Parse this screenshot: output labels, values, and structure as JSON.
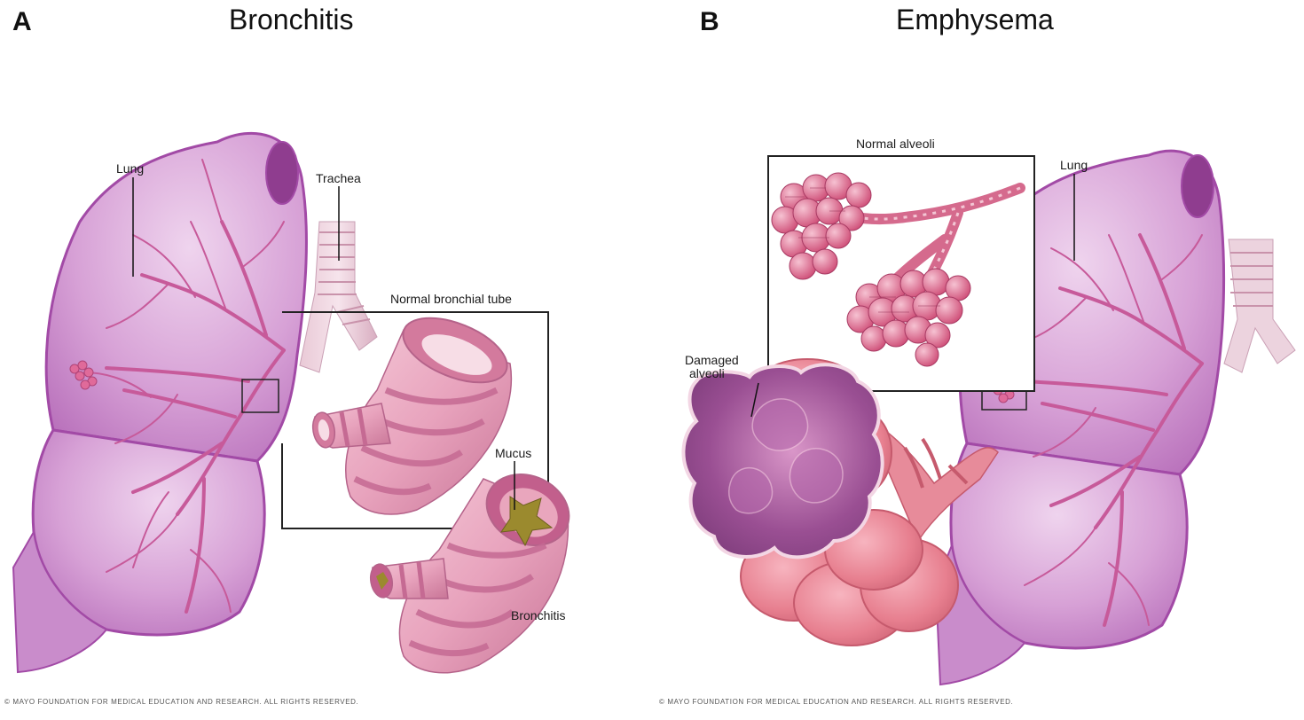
{
  "panel_a": {
    "letter": "A",
    "title": "Bronchitis",
    "labels": {
      "lung": "Lung",
      "trachea": "Trachea",
      "normal_bronchial_tube": "Normal bronchial tube",
      "mucus": "Mucus",
      "bronchitis": "Bronchitis"
    },
    "copyright": "© MAYO FOUNDATION FOR MEDICAL EDUCATION AND RESEARCH. ALL RIGHTS RESERVED."
  },
  "panel_b": {
    "letter": "B",
    "title": "Emphysema",
    "labels": {
      "normal_alveoli": "Normal alveoli",
      "lung": "Lung",
      "damaged_alveoli_line1": "Damaged",
      "damaged_alveoli_line2": "alveoli"
    },
    "copyright": "© MAYO FOUNDATION FOR MEDICAL EDUCATION AND RESEARCH. ALL RIGHTS RESERVED."
  },
  "colors": {
    "lung_fill": "#d7a1d6",
    "lung_edge": "#a24aa6",
    "vessel": "#c75a9a",
    "tube_fill": "#e8a3bd",
    "tube_band": "#c56a93",
    "mucus": "#9b8a2e",
    "alveoli_normal": "#dd6a8c",
    "alveoli_damaged": "#e77f8f",
    "alveoli_cavity": "#9a4f93"
  }
}
